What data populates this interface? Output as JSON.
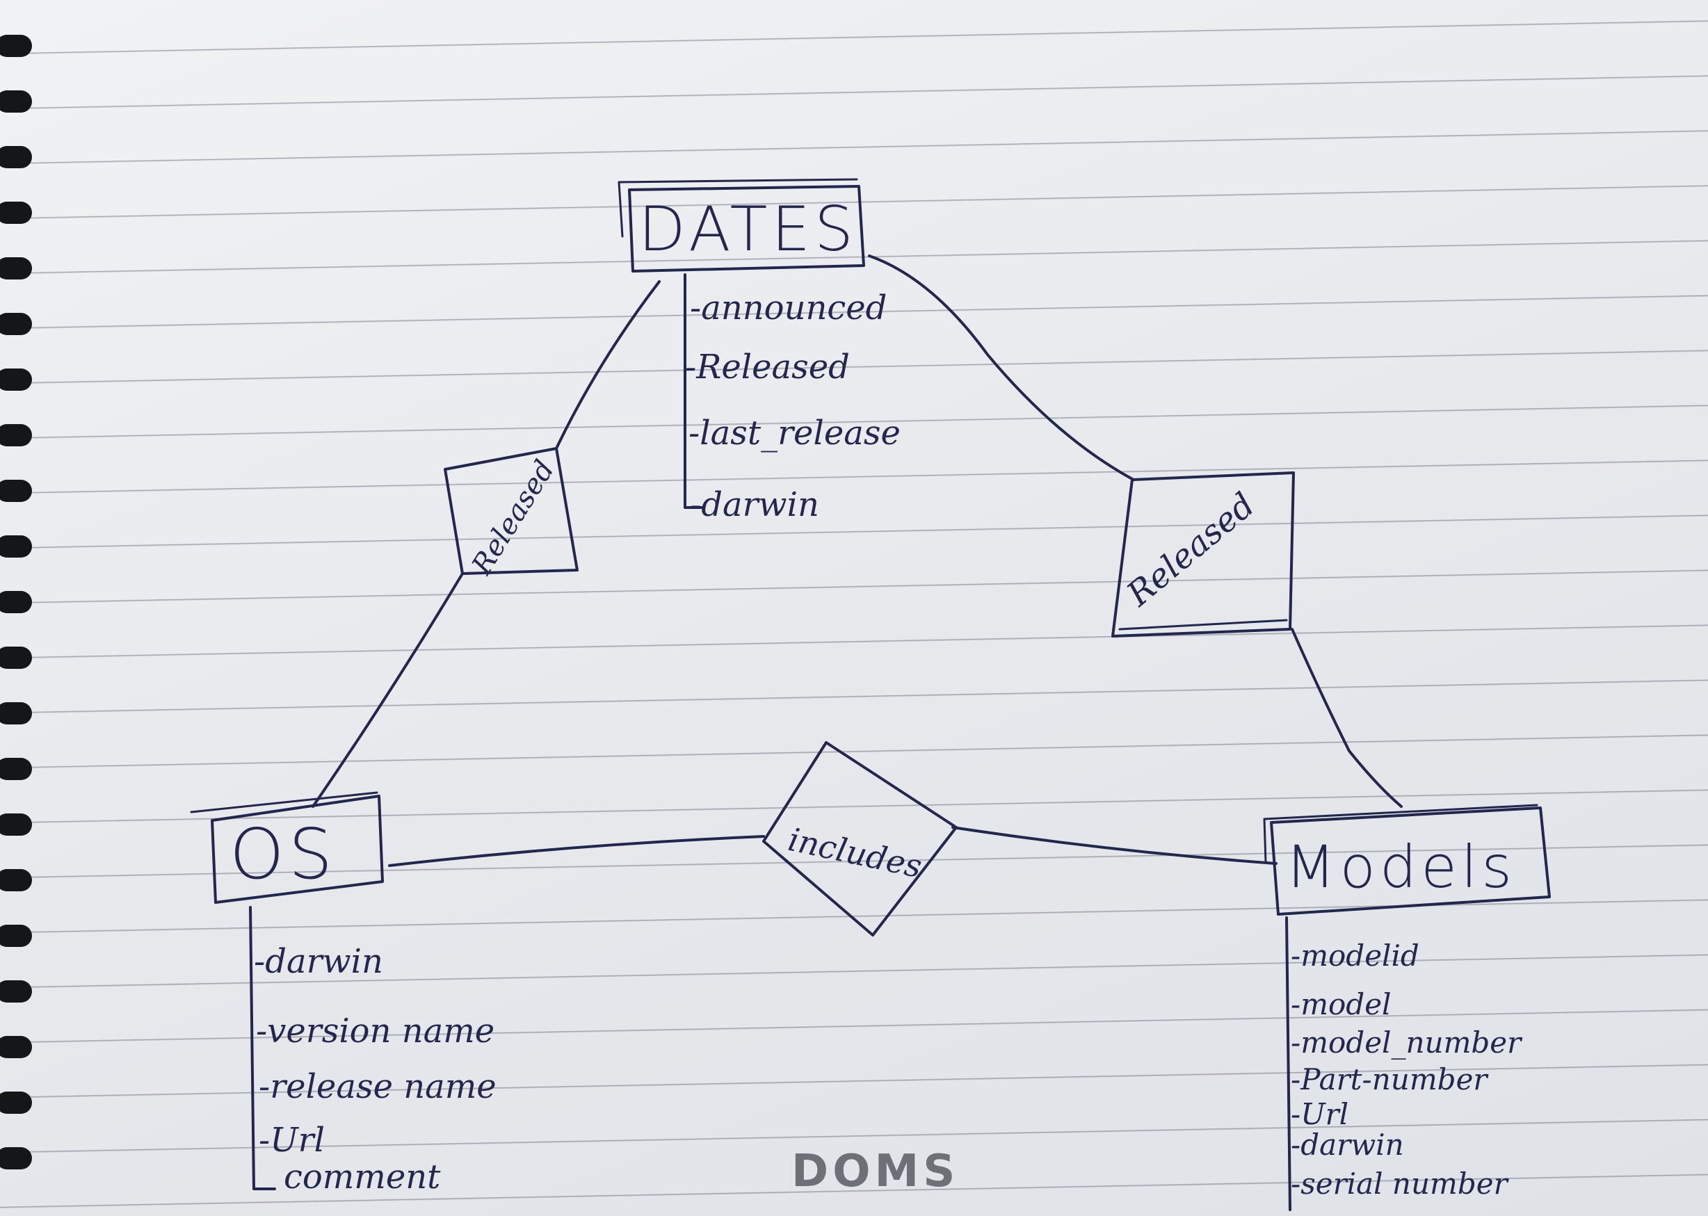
{
  "entities": {
    "dates": {
      "title": "DATES",
      "attributes": [
        "-announced",
        "-Released",
        "-last_release",
        "-darwin"
      ]
    },
    "os": {
      "title": "OS",
      "attributes": [
        "-darwin",
        "-version name",
        "-release name",
        "-Url",
        "comment"
      ]
    },
    "models": {
      "title": "Models",
      "attributes": [
        "-modelid",
        "-model",
        "-model_number",
        "-Part-number",
        "-Url",
        "-darwin",
        "-serial number"
      ]
    }
  },
  "relationships": {
    "dates_os": "Released",
    "dates_models": "Released",
    "os_models": "includes"
  },
  "notebook_brand": "DOMS",
  "colors": {
    "ink": "#23264d",
    "paper": "#eceef1",
    "lines": "#5a5f6e"
  }
}
